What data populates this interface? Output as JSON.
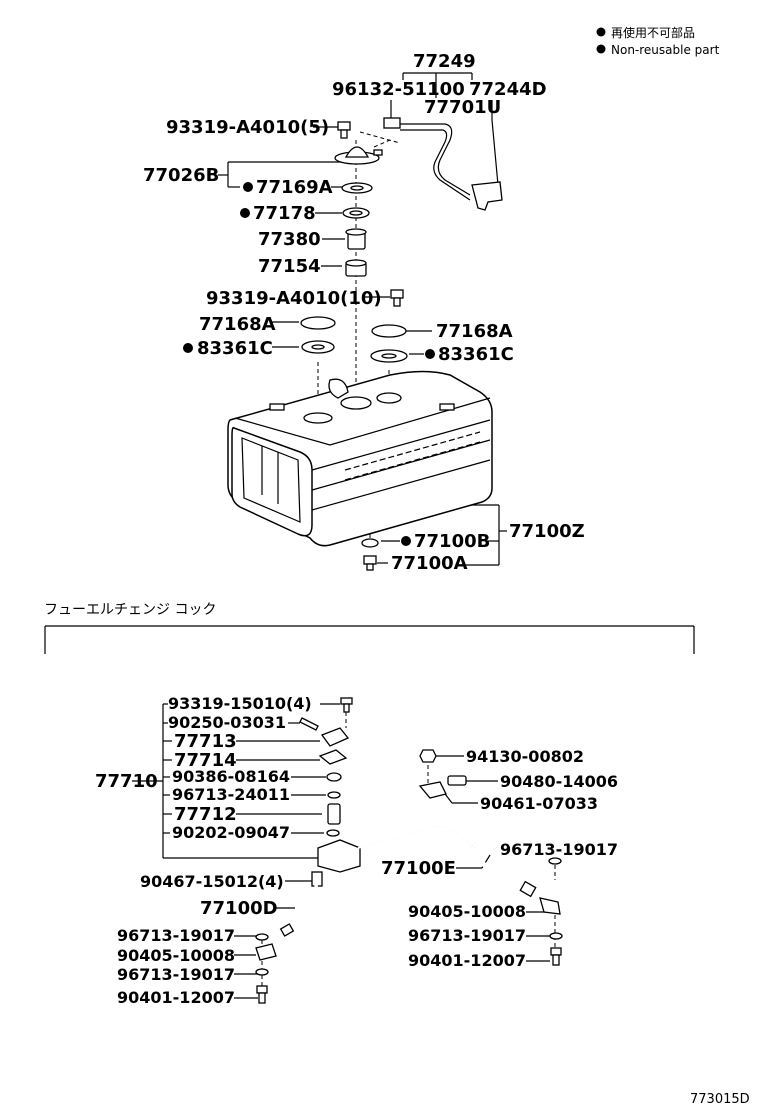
{
  "legend": {
    "jp": "再使用不可部品",
    "en": "Non-reusable part"
  },
  "tank_group": {
    "p77249": "77249",
    "p96132": "96132-51100",
    "p77244D": "77244D",
    "p77701U": "77701U",
    "p93319_5": "93319-A4010(5)",
    "p77026B": "77026B",
    "p77169A": "77169A",
    "p77178": "77178",
    "p77380": "77380",
    "p77154": "77154",
    "p93319_10": "93319-A4010(10)",
    "p77168A_l": "77168A",
    "p77168A_r": "77168A",
    "p83361C_l": "83361C",
    "p83361C_r": "83361C",
    "p77100Z": "77100Z",
    "p77100B": "77100B",
    "p77100A": "77100A"
  },
  "section_title": "フューエルチェンジ  コック",
  "cock_group": {
    "p93319_15010": "93319-15010(4)",
    "p90250": "90250-03031",
    "p77713": "77713",
    "p77714": "77714",
    "p77710": "77710",
    "p90386": "90386-08164",
    "p96713_24011": "96713-24011",
    "p77712": "77712",
    "p90202": "90202-09047",
    "p90467": "90467-15012(4)",
    "p77100D": "77100D",
    "p96713_19017_a": "96713-19017",
    "p90405_a": "90405-10008",
    "p96713_19017_b": "96713-19017",
    "p90401_a": "90401-12007",
    "p94130": "94130-00802",
    "p90480": "90480-14006",
    "p90461": "90461-07033",
    "p96713_19017_c": "96713-19017",
    "p77100E": "77100E",
    "p90405_b": "90405-10008",
    "p96713_19017_d": "96713-19017",
    "p90401_b": "90401-12007"
  },
  "figure_id": "773015D"
}
